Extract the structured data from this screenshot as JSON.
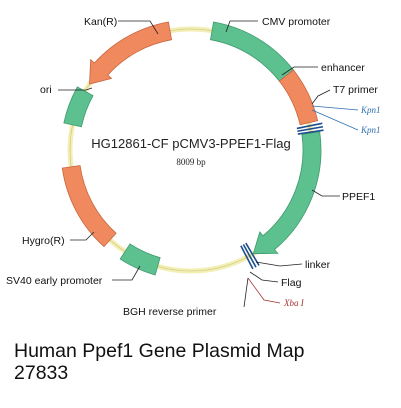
{
  "plasmid": {
    "title": "HG12861-CF pCMV3-PPEF1-Flag",
    "size": "8009 bp",
    "colors": {
      "backbone": "#f3efb4",
      "backbone_edge": "#c9c27e",
      "promoter": "#5dc08f",
      "promoter_edge": "#3f9a6e",
      "gene": "#5dc08f",
      "resistance": "#f08a5e",
      "resistance_edge": "#c8663e",
      "primer": "#1f4e8c",
      "kpn_site": "#2f6fb0",
      "xba_site": "#a83232"
    },
    "features": [
      {
        "label": "CMV promoter",
        "kind": "promoter",
        "direction": "none"
      },
      {
        "label": "enhancer",
        "kind": "resistance",
        "direction": "none"
      },
      {
        "label": "PPEF1",
        "kind": "gene",
        "direction": "cw"
      },
      {
        "label": "Kan(R)",
        "kind": "resistance",
        "direction": "ccw"
      },
      {
        "label": "ori",
        "kind": "promoter",
        "direction": "none"
      },
      {
        "label": "Hygro(R)",
        "kind": "resistance",
        "direction": "none"
      },
      {
        "label": "SV40 early promoter",
        "kind": "promoter",
        "direction": "none"
      }
    ],
    "markers": [
      {
        "label": "T7 primer"
      },
      {
        "label": "linker"
      },
      {
        "label": "Flag"
      },
      {
        "label": "BGH reverse primer"
      }
    ],
    "sites": [
      {
        "label": "Kpn1",
        "name": "kpn1-a"
      },
      {
        "label": "Kpn1",
        "name": "kpn1-b"
      },
      {
        "label": "Xba I",
        "name": "xba1"
      }
    ]
  },
  "caption": {
    "line1": "Human Ppef1 Gene Plasmid Map",
    "line2": "27833"
  }
}
